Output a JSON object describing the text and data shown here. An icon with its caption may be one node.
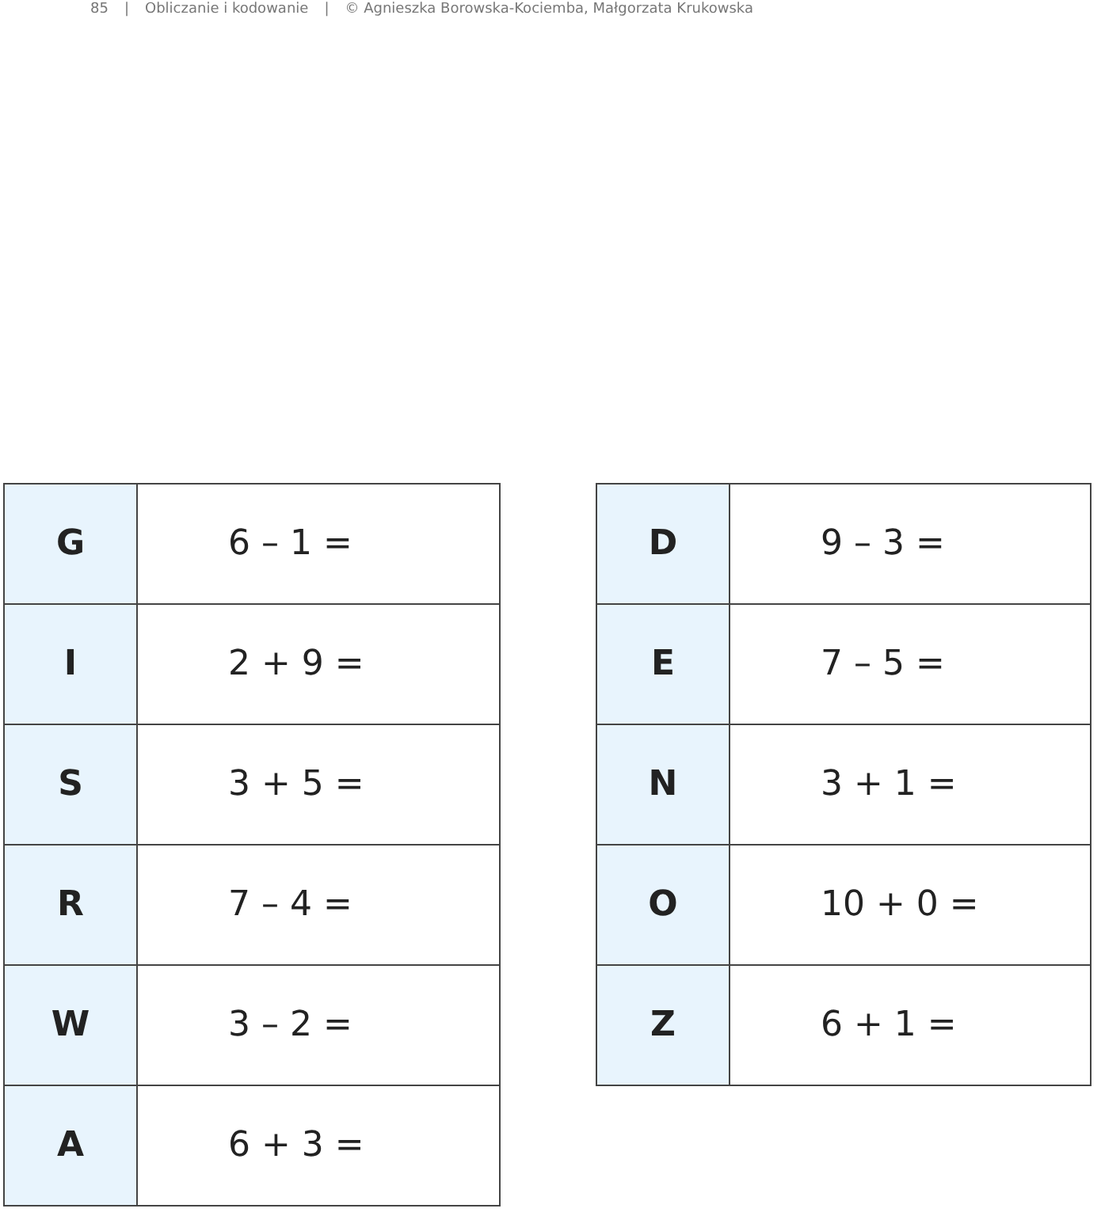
{
  "diagram": {
    "labels": [
      "85",
      "|",
      "Obliczanie i kodowanie",
      "|",
      "© Agnieszka Borowska-Kociemba, Małgorzata Krukowska",
      "G",
      "6 – 1 =",
      "I",
      "2 + 9 =",
      "S",
      "3 + 5 =",
      "R",
      "7 – 4 =",
      "W",
      "3 – 2 =",
      "A",
      "6 + 3 =",
      "D",
      "9 – 3 =",
      "E",
      "7 – 5 =",
      "N",
      "3 + 1 =",
      "O",
      "10 + 0 =",
      "Z",
      "6 + 1 ="
    ]
  }
}
